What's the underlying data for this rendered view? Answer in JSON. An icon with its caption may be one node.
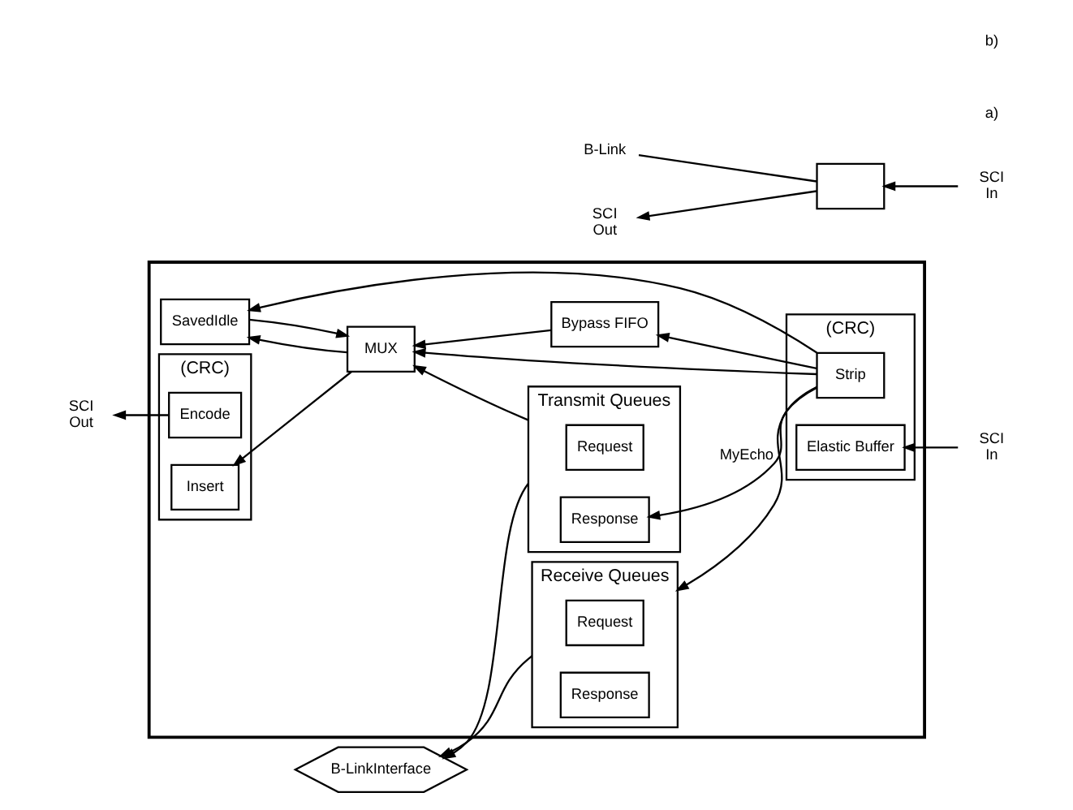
{
  "diagram": {
    "nodes": [
      {
        "text": [
          "B-LinkInterface"
        ]
      },
      {
        "text": [],
        "shape": "box"
      },
      {
        "text": [
          "Transmit Queues"
        ],
        "in": 1
      },
      {
        "text": [
          "Request"
        ],
        "in": 2
      },
      {
        "text": [
          "Response"
        ],
        "in": 2
      },
      {
        "text": [
          "Receive Queues"
        ],
        "in": 1
      },
      {
        "text": [
          "Request"
        ],
        "in": 5
      },
      {
        "text": [
          "Response"
        ],
        "in": 5
      },
      {
        "text": [
          "(CRC)"
        ],
        "in": 1
      },
      {
        "text": [
          "Encode"
        ],
        "in": 8
      },
      {
        "text": [
          "Insert"
        ],
        "in": 8
      },
      {
        "text": [
          "MUX"
        ],
        "in": 1
      },
      {
        "text": [
          "Bypass FIFO"
        ],
        "in": 1
      },
      {
        "text": [
          "SavedIdle"
        ],
        "in": 1
      },
      {
        "text": [
          "(CRC)"
        ],
        "in": 1
      },
      {
        "text": [
          "Strip"
        ],
        "in": 14
      },
      {
        "text": [
          "Elastic Buffer"
        ],
        "in": 14
      },
      {
        "text": [
          "SCI",
          "In"
        ]
      },
      {
        "text": [
          "SCI",
          "Out"
        ]
      },
      {
        "text": [],
        "shape": "box"
      },
      {
        "text": [
          "B-Link"
        ]
      },
      {
        "text": [
          "SCI",
          "In"
        ]
      },
      {
        "text": [
          "SCI",
          "Out"
        ]
      }
    ],
    "edges": [
      {
        "from": 2,
        "to": 0,
        "arrow": "to"
      },
      {
        "from": 2,
        "to": 11,
        "arrow": "to"
      },
      {
        "from": 15,
        "to": 5,
        "arrow": "to"
      },
      {
        "from": 5,
        "to": 0,
        "arrow": "to"
      },
      {
        "from": 15,
        "to": 4,
        "arrow": "to",
        "label": "MyEcho"
      },
      {
        "from": 15,
        "to": 12,
        "arrow": "to"
      },
      {
        "from": 12,
        "to": 11,
        "arrow": "to"
      },
      {
        "from": 15,
        "to": 11,
        "arrow": "to"
      },
      {
        "from": 15,
        "to": 13,
        "arrow": "to"
      },
      {
        "from": 13,
        "to": 11,
        "arrow": "to"
      },
      {
        "from": 11,
        "to": 10,
        "arrow": "to"
      },
      {
        "from": 11,
        "to": 13,
        "arrow": "to"
      },
      {
        "from": 9,
        "to": 18,
        "arrow": "to"
      },
      {
        "from": 17,
        "to": 16,
        "arrow": "to"
      },
      {
        "from": 19,
        "to": 20,
        "arrow": "none"
      },
      {
        "from": 21,
        "to": 19,
        "arrow": "to"
      },
      {
        "from": 19,
        "to": 22,
        "arrow": "to"
      }
    ],
    "labels": [
      "a)",
      "b)"
    ]
  }
}
